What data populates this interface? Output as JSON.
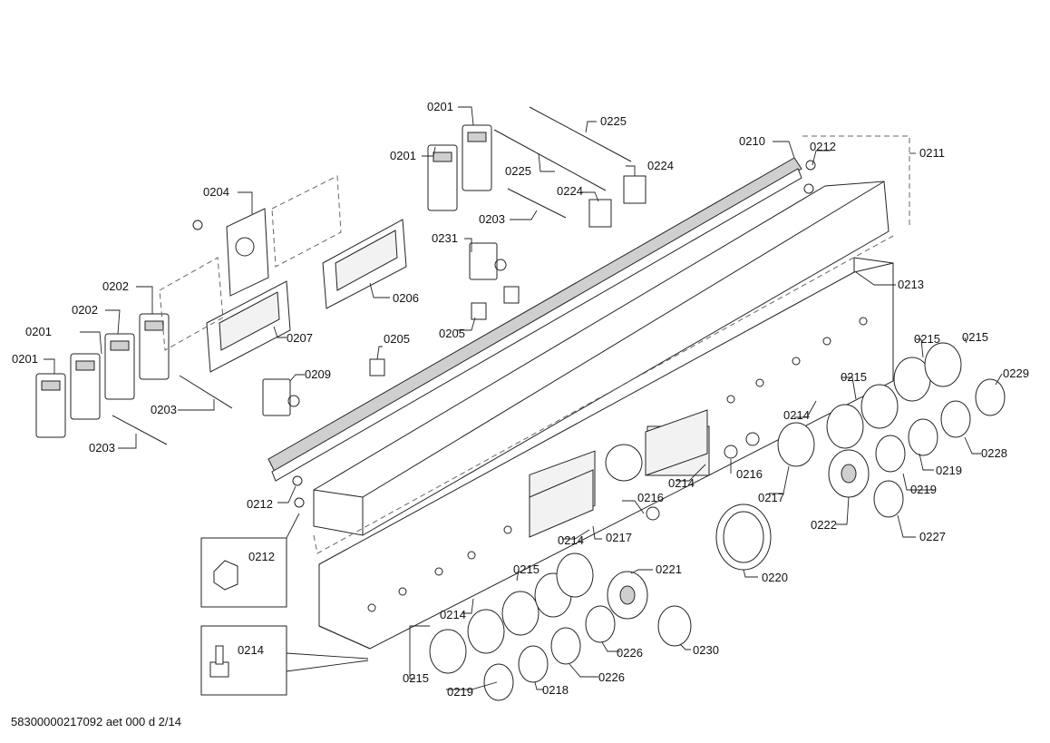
{
  "document_id": "58300000217092 aet 000 d 2/14",
  "labels": {
    "l0201a": "0201",
    "l0201b": "0201",
    "l0201c": "0201",
    "l0201d": "0201",
    "l0202a": "0202",
    "l0202b": "0202",
    "l0203a": "0203",
    "l0203b": "0203",
    "l0203c": "0203",
    "l0204": "0204",
    "l0205a": "0205",
    "l0205b": "0205",
    "l0206": "0206",
    "l0207": "0207",
    "l0209": "0209",
    "l0210": "0210",
    "l0211": "0211",
    "l0212a": "0212",
    "l0212b": "0212",
    "l0212c": "0212",
    "l0213": "0213",
    "l0214a": "0214",
    "l0214b": "0214",
    "l0214c": "0214",
    "l0214d": "0214",
    "l0214e": "0214",
    "l0215a": "0215",
    "l0215b": "0215",
    "l0215c": "0215",
    "l0215d": "0215",
    "l0215e": "0215",
    "l0216a": "0216",
    "l0216b": "0216",
    "l0217a": "0217",
    "l0217b": "0217",
    "l0218": "0218",
    "l0219a": "0219",
    "l0219b": "0219",
    "l0219c": "0219",
    "l0220": "0220",
    "l0221": "0221",
    "l0222": "0222",
    "l0224a": "0224",
    "l0224b": "0224",
    "l0225a": "0225",
    "l0225b": "0225",
    "l0226a": "0226",
    "l0226b": "0226",
    "l0227": "0227",
    "l0228": "0228",
    "l0229": "0229",
    "l0230": "0230",
    "l0231": "0231"
  }
}
